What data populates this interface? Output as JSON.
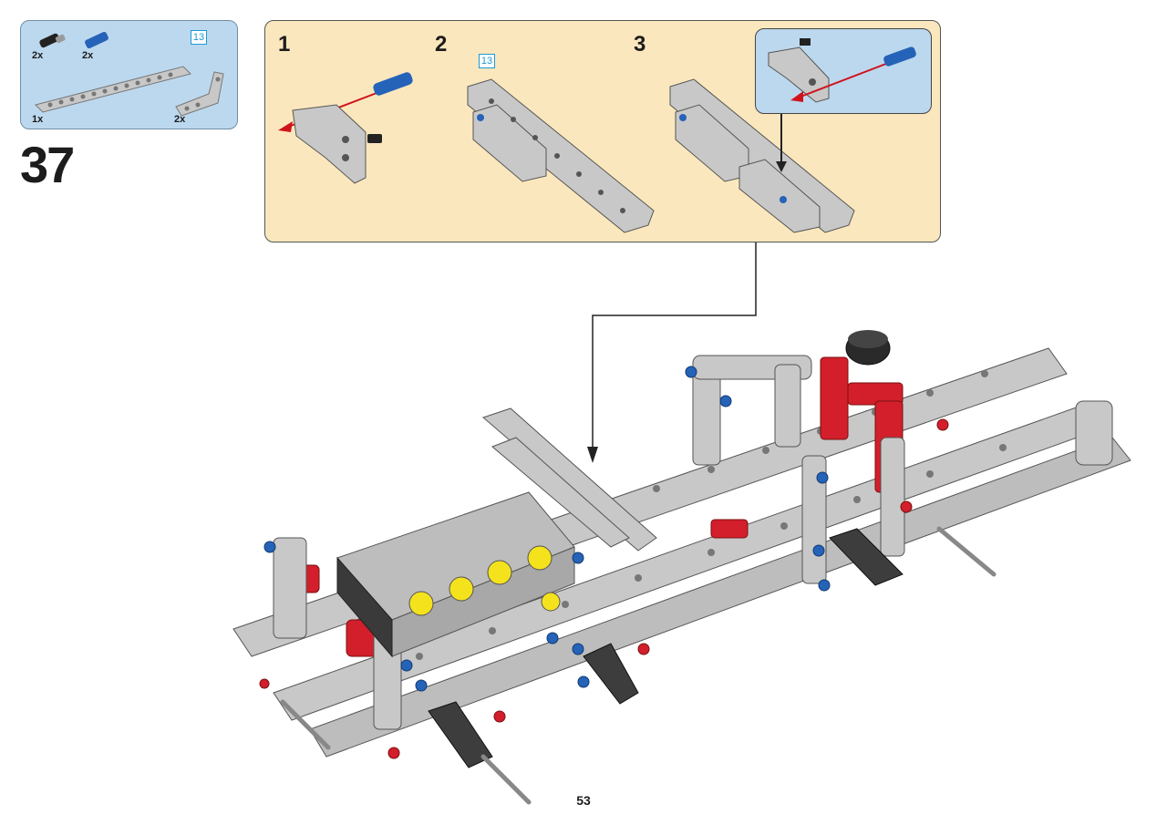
{
  "parts_list": {
    "items": [
      {
        "qty": "2x",
        "icon": "black-axle-pin-icon"
      },
      {
        "qty": "2x",
        "icon": "blue-axle-pin-icon"
      },
      {
        "qty": "1x",
        "icon": "straight-beam-13-icon"
      },
      {
        "qty": "2x",
        "icon": "angled-beam-icon"
      }
    ],
    "length_badge": "13"
  },
  "step_number": "37",
  "substeps": {
    "labels": [
      "1",
      "2",
      "3"
    ],
    "length_badge": "13"
  },
  "page_number": "53",
  "colors": {
    "parts_bg": "#bcd8ee",
    "substep_bg": "#fbe7bd",
    "beam_gray": "#c8c8c8",
    "pin_blue": "#2563b8",
    "frame_red": "#d21f2b",
    "engine_yellow": "#f4e21c",
    "arrow_red": "#d0121b"
  }
}
